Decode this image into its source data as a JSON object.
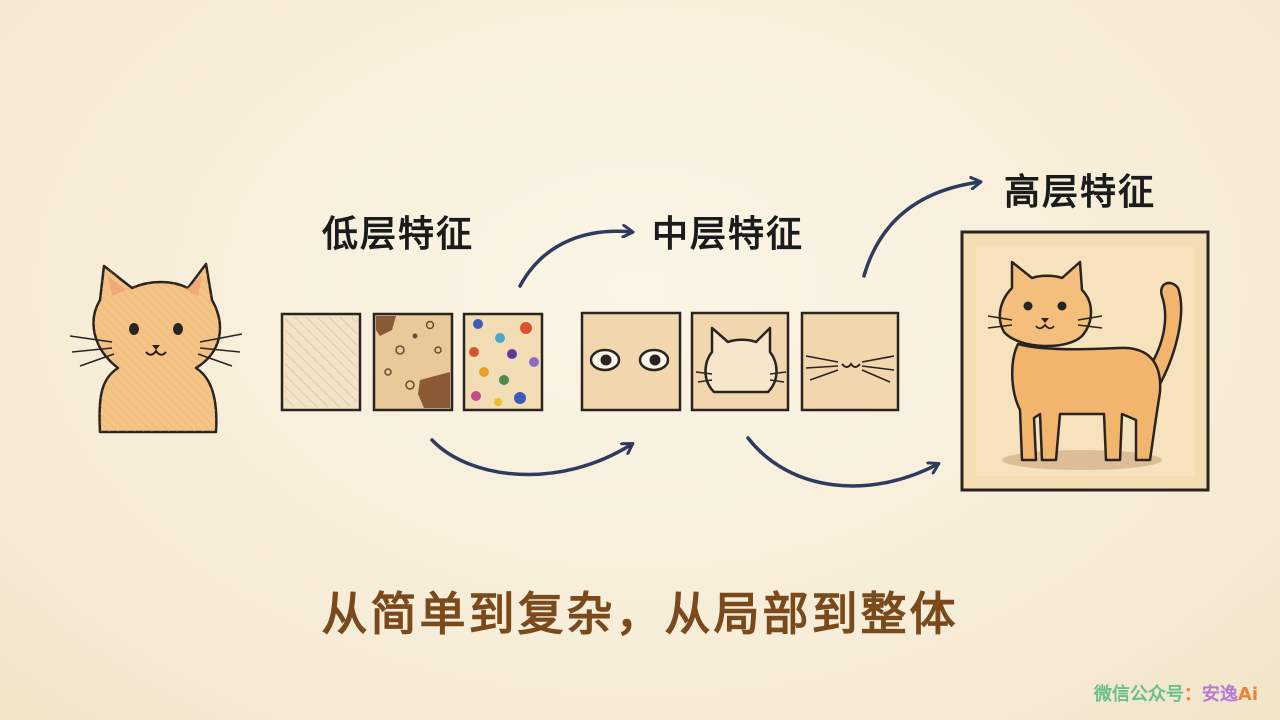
{
  "labels": {
    "low": "低层特征",
    "mid": "中层特征",
    "high": "高层特征"
  },
  "caption": "从简单到复杂，从局部到整体",
  "watermark": {
    "prefix": "微信公众号",
    "colon": "：",
    "name": "安逸",
    "suffix": "Ai"
  },
  "colors": {
    "background": "#f7efdc",
    "caption": "#7a4a1c",
    "arrow": "#2e3b5e",
    "cat": "#f2b56e",
    "outline": "#2a2420"
  },
  "icons": [
    "cat-face-icon",
    "texture-lines-icon",
    "texture-spots-icon",
    "color-dots-icon",
    "eyes-icon",
    "cat-head-icon",
    "whiskers-icon",
    "full-cat-icon"
  ]
}
